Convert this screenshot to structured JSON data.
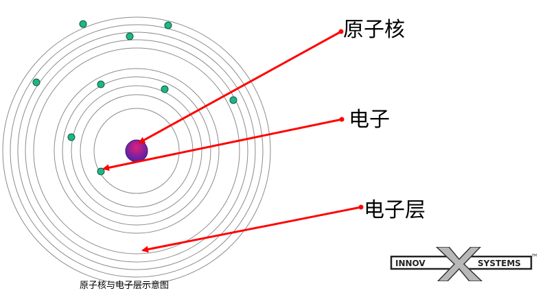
{
  "labels": {
    "nucleus": "原子核",
    "electron": "电子",
    "shell": "电子层"
  },
  "caption": "原子核与电子层示意图",
  "logo": {
    "left_text": "INNOV",
    "right_text": "SYSTEMS",
    "tm": "TM"
  },
  "colors": {
    "arrow": "#ff0000",
    "electron_fill": "#1fb58a",
    "electron_stroke": "#0a5a3a",
    "orbit": "#8a8a8a",
    "nucleus_top": "#c01070",
    "nucleus_bottom": "#5a1aa8"
  }
}
